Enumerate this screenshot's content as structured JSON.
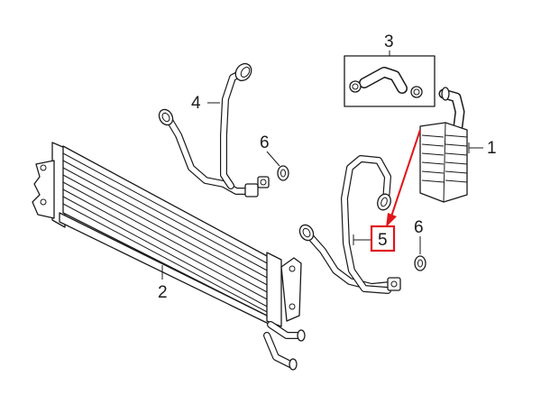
{
  "callouts": {
    "c1": "1",
    "c2": "2",
    "c3": "3",
    "c4": "4",
    "c5": "5",
    "c6a": "6",
    "c6b": "6"
  },
  "highlight": {
    "part": "5",
    "color": "#e0161b"
  },
  "colors": {
    "line": "#1a1a1a",
    "fill": "#ffffff"
  },
  "icons": [
    "hose-kit-inset",
    "oil-cooler",
    "transmission-cooler",
    "pipe-assembly",
    "crush-washer"
  ]
}
